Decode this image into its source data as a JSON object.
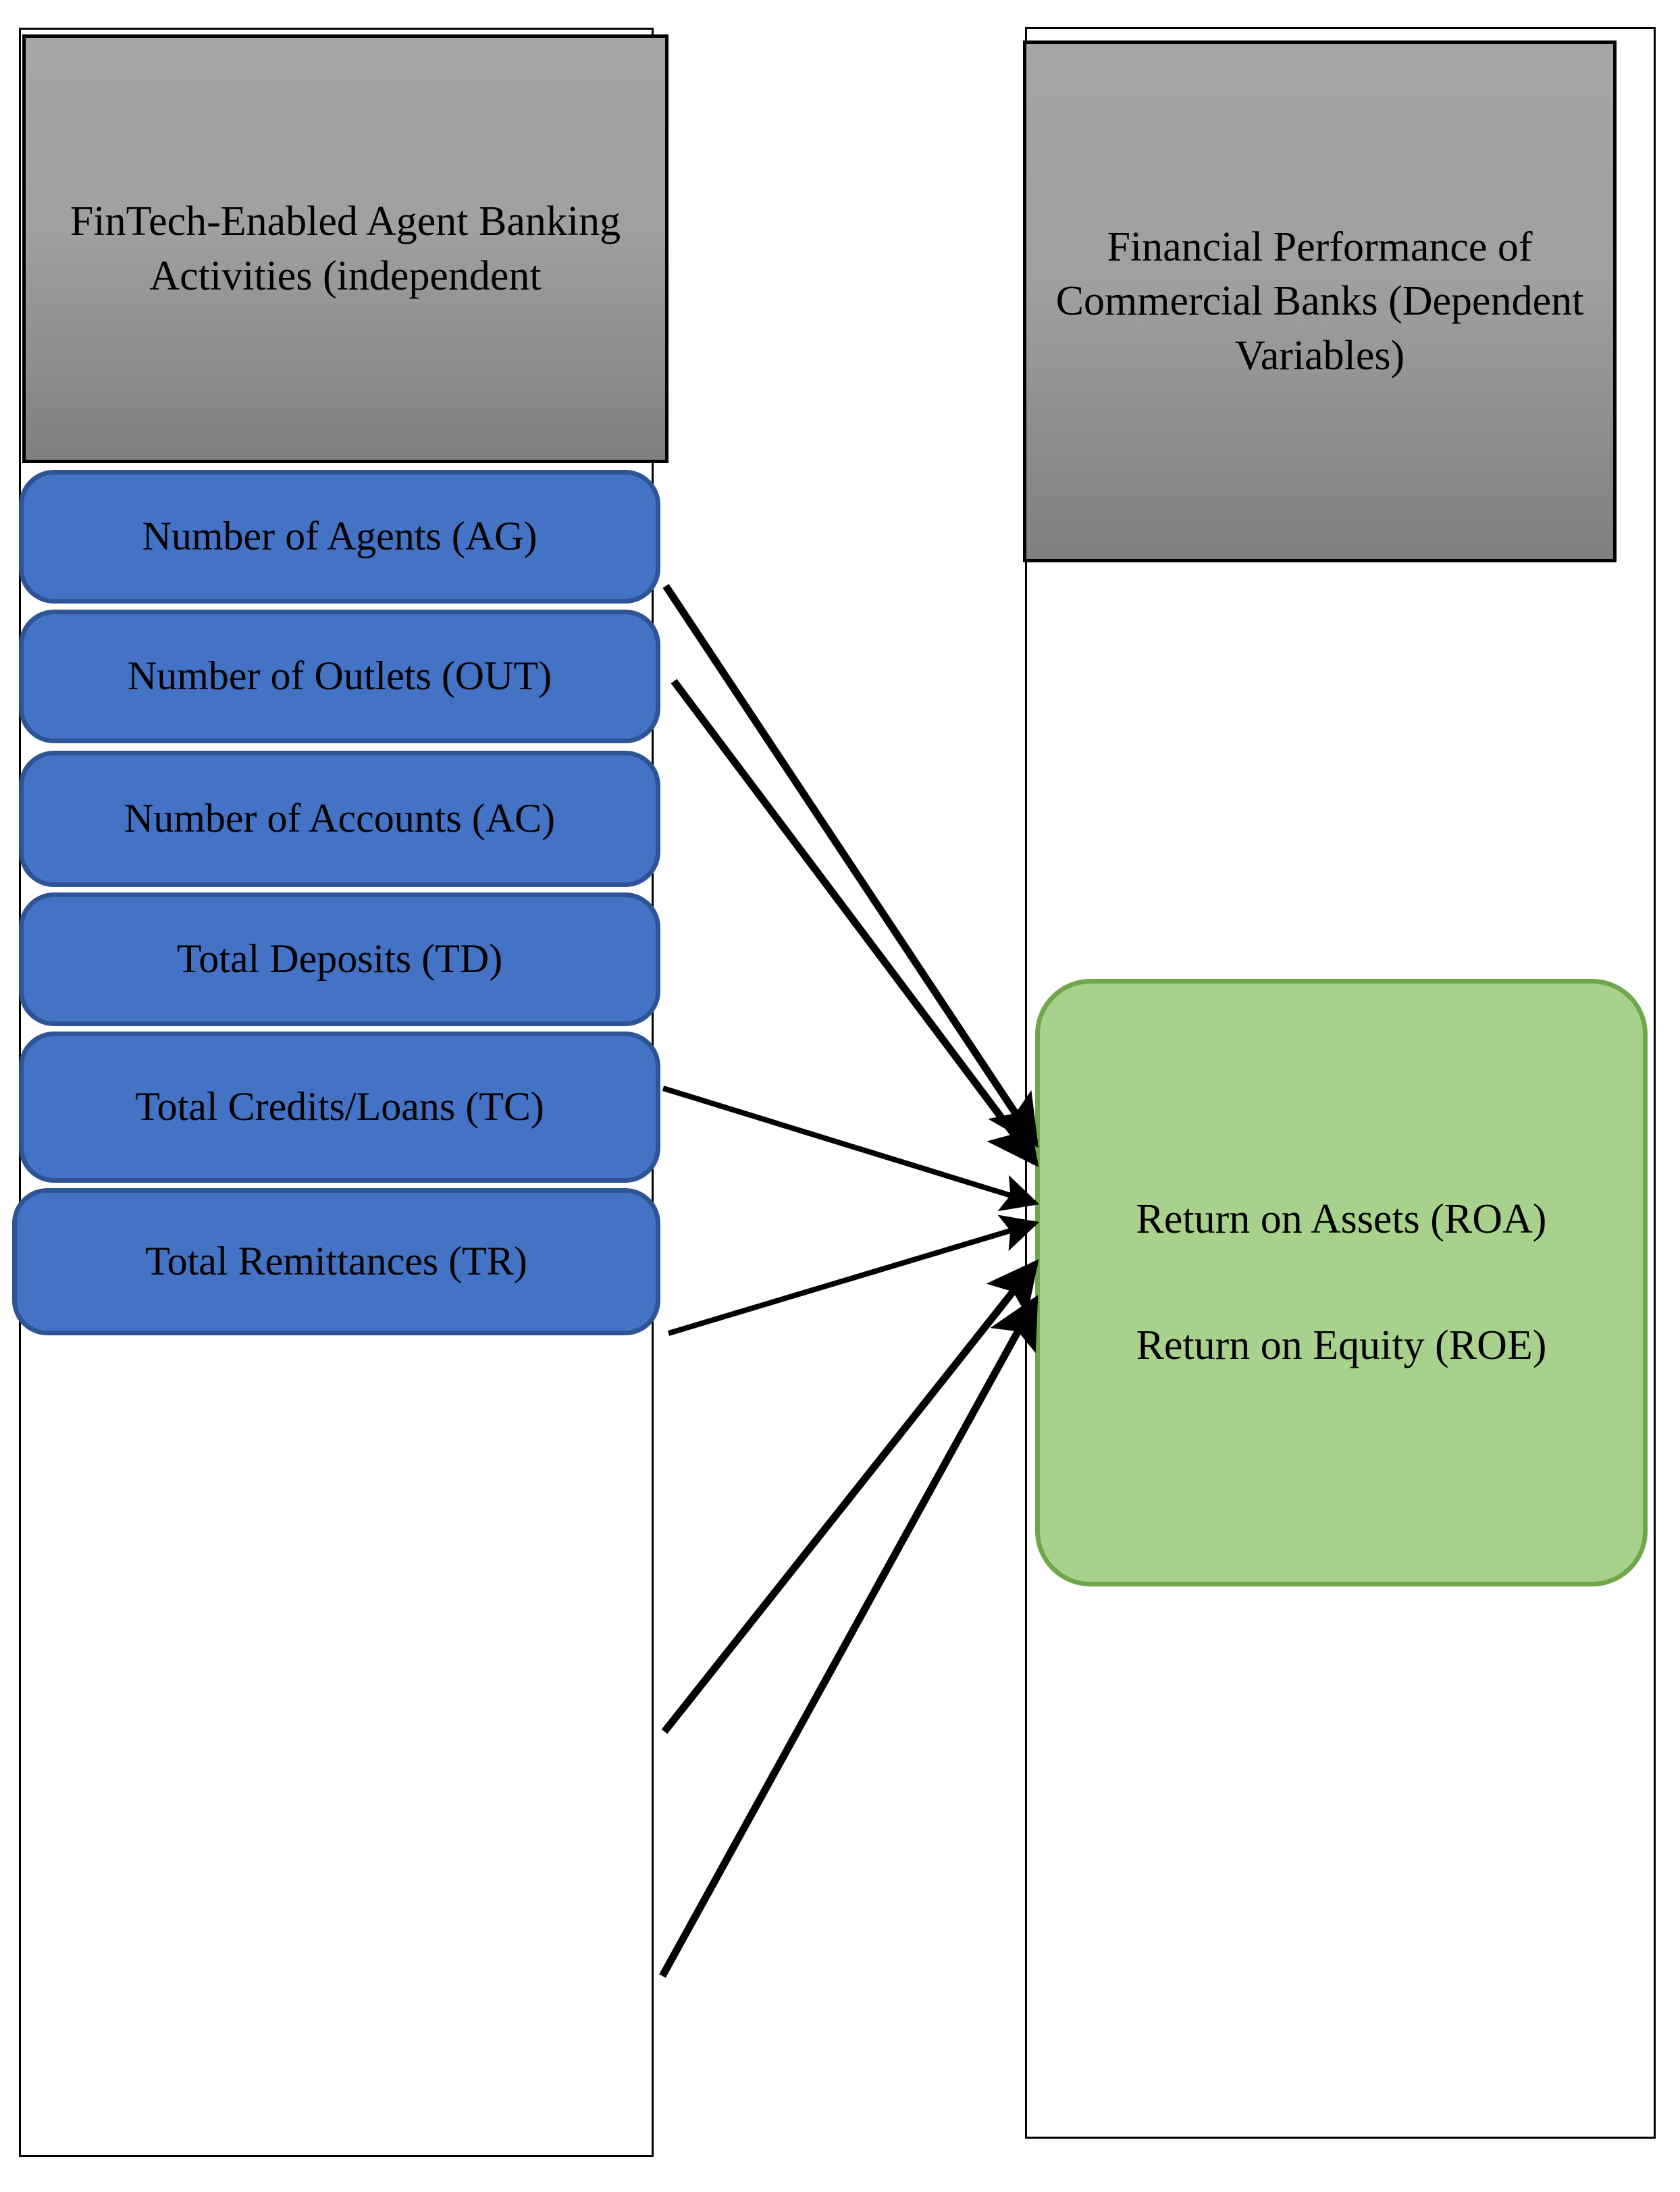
{
  "diagram": {
    "title_left": "FinTech-Enabled Agent Banking Activities (independent",
    "title_right": "Financial Performance of Commercial Banks (Dependent Variables)",
    "left_panel": {
      "header": "FinTech-Enabled Agent Banking Activities (independent",
      "items": [
        {
          "label": "Number of Agents (AG)",
          "code": "AG"
        },
        {
          "label": "Number of Outlets (OUT)",
          "code": "OUT"
        },
        {
          "label": "Number of Accounts (AC)",
          "code": "AC"
        },
        {
          "label": "Total Deposits (TD)",
          "code": "TD"
        },
        {
          "label": "Total Credits/Loans (TC)",
          "code": "TC"
        },
        {
          "label": "Total Remittances (TR)",
          "code": "TR"
        }
      ]
    },
    "right_panel": {
      "header": "Financial Performance of Commercial Banks (Dependent Variables)",
      "outcomes": [
        {
          "label": "Return on Assets (ROA)",
          "code": "ROA"
        },
        {
          "label": "Return on Equity (ROE)",
          "code": "ROE"
        }
      ]
    },
    "relationships": [
      {
        "from": "AG",
        "to": "ROA/ROE",
        "style": "arrow"
      },
      {
        "from": "OUT",
        "to": "ROA/ROE",
        "style": "arrow"
      },
      {
        "from": "AC",
        "to": "ROA/ROE",
        "style": "arrow"
      },
      {
        "from": "TD",
        "to": "ROA/ROE",
        "style": "arrow"
      },
      {
        "from": "TC",
        "to": "ROA/ROE",
        "style": "arrow"
      },
      {
        "from": "TR",
        "to": "ROA/ROE",
        "style": "arrow"
      }
    ],
    "colors": {
      "header_gray_top": "#A6A6A6",
      "header_gray_bottom": "#7F7F7F",
      "independent_fill": "#4472C4",
      "independent_border": "#2F5496",
      "dependent_fill": "#A9D18E",
      "dependent_border": "#6FA84A",
      "arrow": "#000000",
      "panel_border": "#000000"
    }
  }
}
